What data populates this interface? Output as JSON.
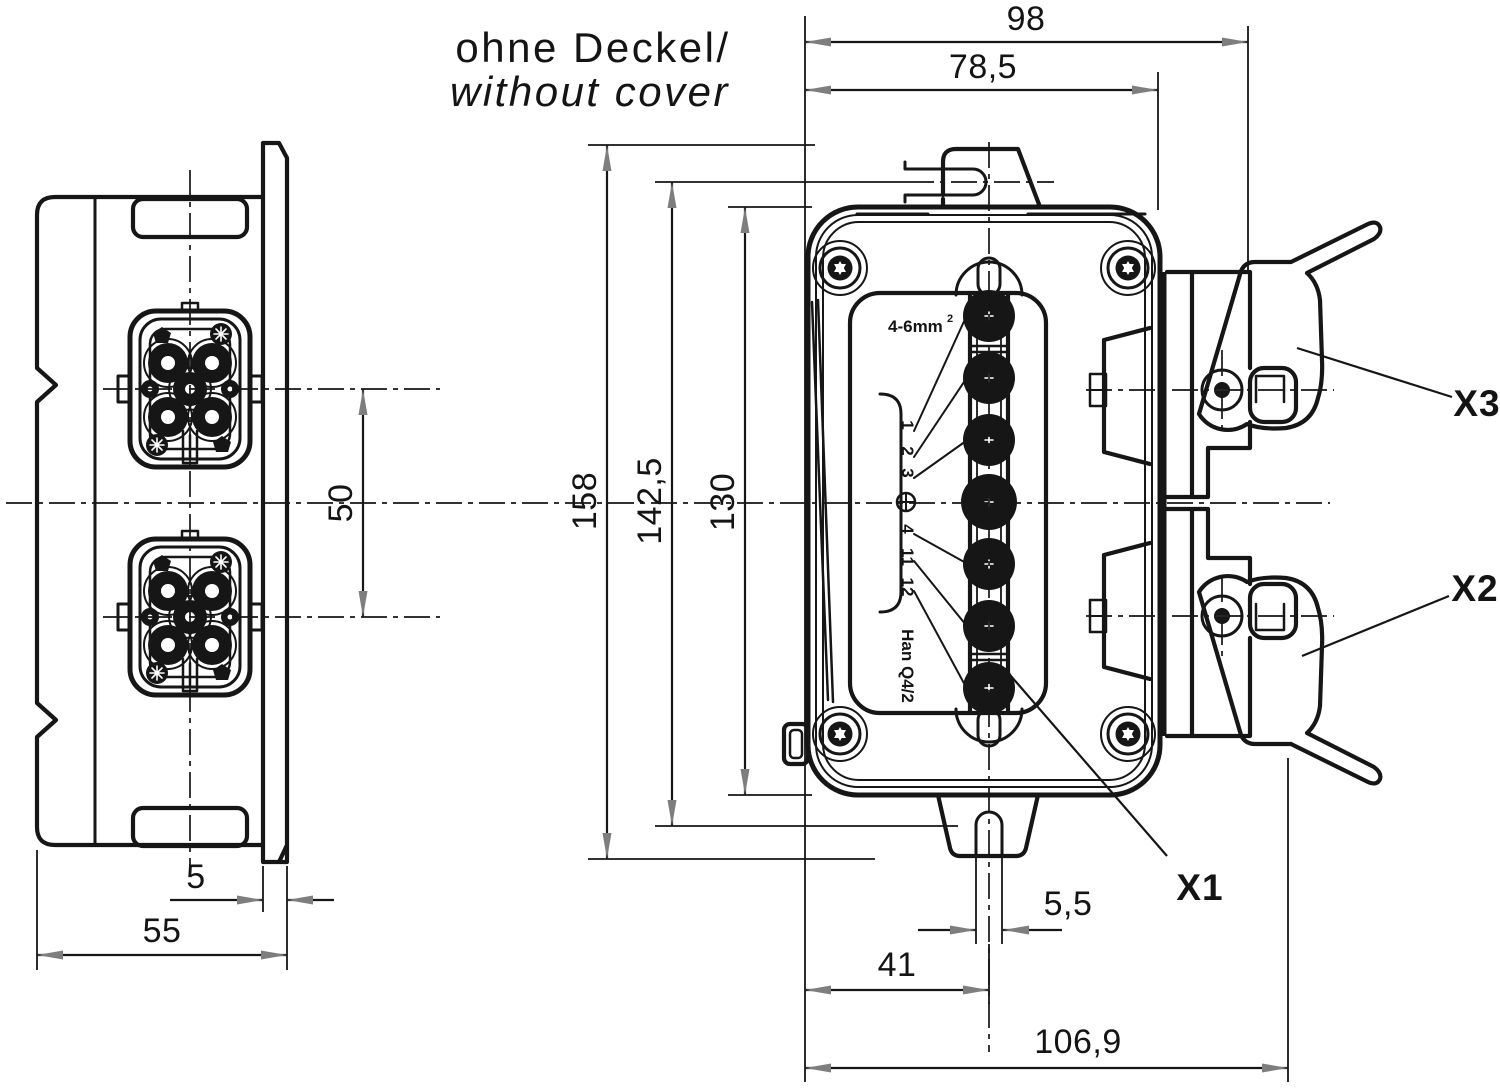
{
  "title": {
    "line1": "ohne Deckel/",
    "line2": "without cover"
  },
  "dimensions": {
    "overall_width": "98",
    "cover_width": "78,5",
    "height_total": "158",
    "height_mount": "142,5",
    "height_housing": "130",
    "insert_pitch": "50",
    "plate_thickness": "5",
    "depth": "55",
    "slot_width": "5,5",
    "slot_offset": "41",
    "width_with_lever": "106,9"
  },
  "labels": {
    "x1": "X1",
    "x2": "X2",
    "x3": "X3"
  },
  "annotations": {
    "wire_range": "4-6mm",
    "wire_range_exp": "2",
    "connector_type": "Han Q4/2",
    "terminals": [
      "1",
      "2",
      "3",
      "4",
      "11",
      "12"
    ]
  },
  "colors": {
    "line": "#161616",
    "arrowhead": "#7e7e7e",
    "background": "#ffffff"
  }
}
